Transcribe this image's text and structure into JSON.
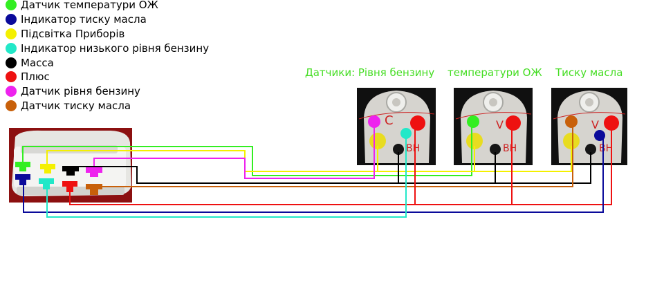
{
  "legend": [
    {
      "label": "Датчик температури ОЖ",
      "color": "#33ee22"
    },
    {
      "label": "Індикатор тиску масла",
      "color": "#0a0a9a"
    },
    {
      "label": "Підсвітка Приборів",
      "color": "#f4f000"
    },
    {
      "label": "Індикатор низького рівня бензину",
      "color": "#22e8c8"
    },
    {
      "label": "Масса",
      "color": "#000000"
    },
    {
      "label": "Плюс",
      "color": "#ee1111"
    },
    {
      "label": "Датчик рівня бензину",
      "color": "#ee22ee"
    },
    {
      "label": "Датчик тиску масла",
      "color": "#c8600a"
    }
  ],
  "sensors": {
    "fuel_title": "Датчики: Рівня бензину",
    "temp_title": "температури ОЖ",
    "oil_title": "Тиску масла",
    "title_color": "#44dd22"
  },
  "photo_markings": {
    "c": "C",
    "v": "V",
    "bh": "BH"
  }
}
